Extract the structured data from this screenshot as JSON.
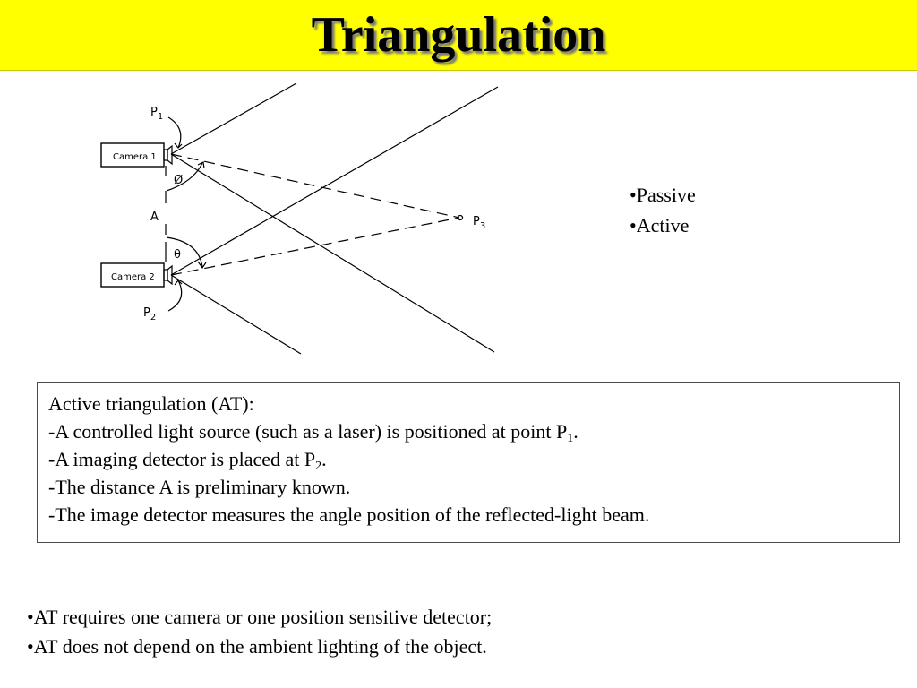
{
  "title": "Triangulation",
  "diagram": {
    "labels": {
      "camera1": "Camera 1",
      "camera2": "Camera 2",
      "p1": "P",
      "p1_sub": "1",
      "p2": "P",
      "p2_sub": "2",
      "p3": "P",
      "p3_sub": "3",
      "distance": "A",
      "angle1": "Ø",
      "angle2": "θ"
    }
  },
  "bullets": [
    "•Passive",
    "•Active"
  ],
  "at_box": {
    "heading": "Active triangulation (AT):",
    "line1_text": "-A controlled light source (such as a laser) is positioned at point P",
    "line1_sub": "1",
    "line1_end": ".",
    "line2_text": "-A imaging detector is placed at P",
    "line2_sub": "2",
    "line2_end": ".",
    "line3": "-The distance A is preliminary known.",
    "line4": "-The image detector measures the angle position of the reflected-light beam."
  },
  "notes": [
    "•AT requires one camera or one position sensitive detector;",
    "•AT does not depend on the ambient lighting of the object."
  ]
}
